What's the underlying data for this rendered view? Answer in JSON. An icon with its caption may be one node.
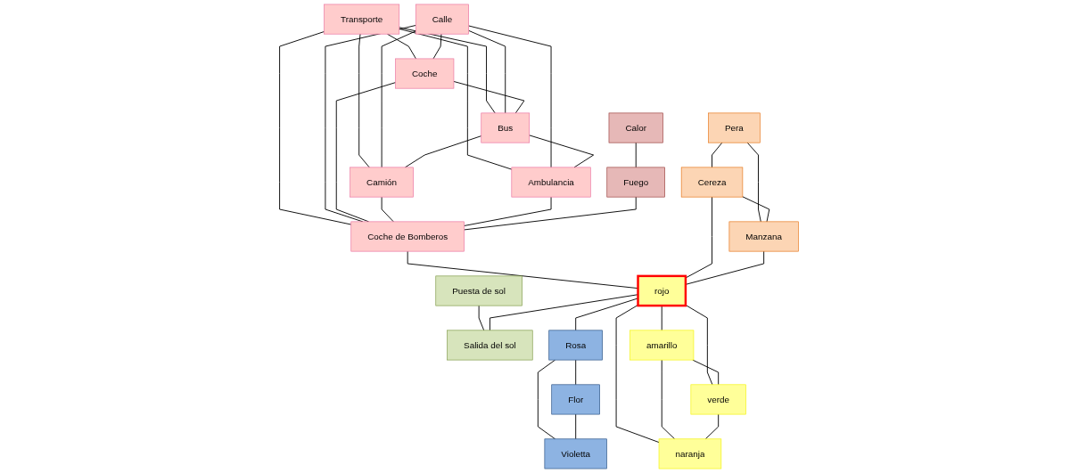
{
  "diagram": {
    "nodes": [
      {
        "text": [
          "Calor"
        ]
      },
      {
        "text": [
          "Pera"
        ]
      },
      {
        "text": [
          "Fuego"
        ]
      },
      {
        "text": [
          "Transporte"
        ]
      },
      {
        "text": [
          "Calle"
        ]
      },
      {
        "text": [
          "Cereza"
        ]
      },
      {
        "text": [
          "Manzana"
        ]
      },
      {
        "text": [
          "Coche de Bomberos"
        ]
      },
      {
        "text": [
          "Puesta de sol"
        ]
      },
      {
        "text": [
          "Coche"
        ]
      },
      {
        "text": [
          "rojo"
        ]
      },
      {
        "text": [
          "Salida del sol"
        ]
      },
      {
        "text": [
          "Bus"
        ]
      },
      {
        "text": [
          "Ambulancia"
        ]
      },
      {
        "text": [
          "Rosa"
        ]
      },
      {
        "text": [
          "amarillo"
        ]
      },
      {
        "text": [
          "verde"
        ]
      },
      {
        "text": [
          "Camión"
        ]
      },
      {
        "text": [
          "naranja"
        ]
      },
      {
        "text": [
          "Flor"
        ]
      },
      {
        "text": [
          "Violetta"
        ]
      }
    ],
    "edges": [
      {
        "from": 3,
        "to": 9,
        "arrow": "none"
      },
      {
        "from": 3,
        "to": 12,
        "arrow": "none"
      },
      {
        "from": 3,
        "to": 17,
        "arrow": "none"
      },
      {
        "from": 3,
        "to": 13,
        "arrow": "none"
      },
      {
        "from": 3,
        "to": 7,
        "arrow": "none"
      },
      {
        "from": 4,
        "to": 9,
        "arrow": "none"
      },
      {
        "from": 4,
        "to": 12,
        "arrow": "none"
      },
      {
        "from": 4,
        "to": 17,
        "arrow": "none"
      },
      {
        "from": 4,
        "to": 13,
        "arrow": "none"
      },
      {
        "from": 4,
        "to": 7,
        "arrow": "none"
      },
      {
        "from": 9,
        "to": 7,
        "arrow": "none"
      },
      {
        "from": 9,
        "to": 12,
        "arrow": "none"
      },
      {
        "from": 12,
        "to": 17,
        "arrow": "none"
      },
      {
        "from": 12,
        "to": 13,
        "arrow": "none"
      },
      {
        "from": 17,
        "to": 7,
        "arrow": "none"
      },
      {
        "from": 13,
        "to": 7,
        "arrow": "none"
      },
      {
        "from": 0,
        "to": 2,
        "arrow": "none"
      },
      {
        "from": 2,
        "to": 7,
        "arrow": "none"
      },
      {
        "from": 7,
        "to": 10,
        "arrow": "none"
      },
      {
        "from": 1,
        "to": 5,
        "arrow": "none"
      },
      {
        "from": 1,
        "to": 6,
        "arrow": "none"
      },
      {
        "from": 5,
        "to": 6,
        "arrow": "none"
      },
      {
        "from": 5,
        "to": 10,
        "arrow": "none"
      },
      {
        "from": 6,
        "to": 10,
        "arrow": "none"
      },
      {
        "from": 8,
        "to": 11,
        "arrow": "none"
      },
      {
        "from": 10,
        "to": 11,
        "arrow": "none"
      },
      {
        "from": 10,
        "to": 14,
        "arrow": "none"
      },
      {
        "from": 14,
        "to": 19,
        "arrow": "none"
      },
      {
        "from": 14,
        "to": 20,
        "arrow": "none"
      },
      {
        "from": 19,
        "to": 20,
        "arrow": "none"
      },
      {
        "from": 10,
        "to": 15,
        "arrow": "none"
      },
      {
        "from": 10,
        "to": 18,
        "arrow": "none"
      },
      {
        "from": 10,
        "to": 16,
        "arrow": "none"
      },
      {
        "from": 15,
        "to": 16,
        "arrow": "none"
      },
      {
        "from": 15,
        "to": 18,
        "arrow": "none"
      },
      {
        "from": 16,
        "to": 18,
        "arrow": "none"
      }
    ]
  }
}
